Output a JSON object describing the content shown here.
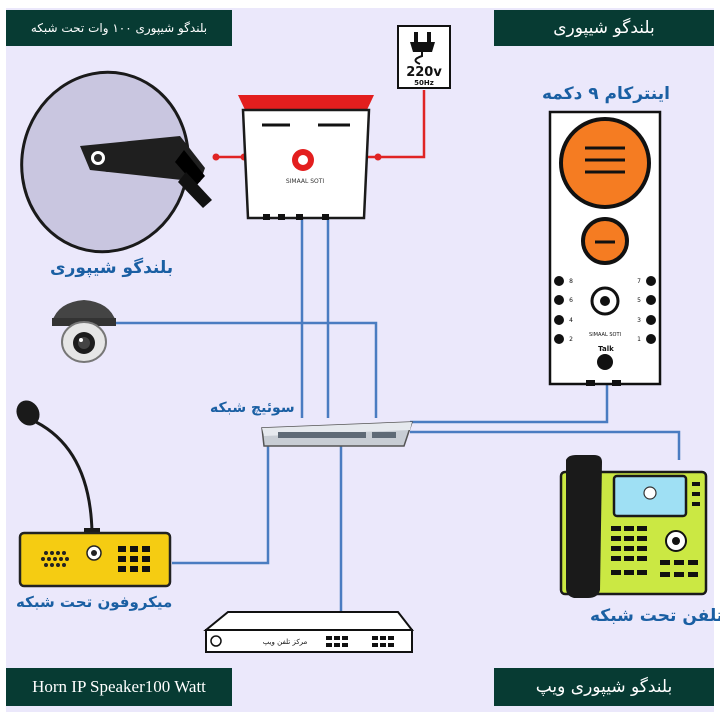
{
  "badges": {
    "top_left": "بلندگو شیپوری ۱۰۰ وات تحت شبکه",
    "top_right": "بلندگو شیپوری",
    "bottom_left": "Horn IP Speaker100 Watt",
    "bottom_right": "بلندگو شیپوری ویپ"
  },
  "labels": {
    "horn": "بلندگو شیپوری",
    "intercom": "اینترکام ۹ دکمه",
    "switch": "سوئیچ شبکه",
    "microphone": "میکروفون تحت شبکه",
    "phone": "تلفن تحت شبکه"
  },
  "power": {
    "voltage": "220v",
    "frequency": "50Hz"
  },
  "intercom": {
    "keys_left": [
      "8",
      "6",
      "4",
      "2"
    ],
    "keys_right": [
      "7",
      "5",
      "3",
      "1"
    ],
    "talk": "Talk",
    "brand": "SIMAAL SOTI"
  },
  "amplifier_brand": "SIMAAL SOTI",
  "server_label": "مرکز تلفن ویپ",
  "colors": {
    "canvas": "#ebe8fb",
    "badge_bg": "#073b33",
    "label_text": "#1a5fa3",
    "network_line": "#4a7cc1",
    "power_line": "#e02424",
    "intercom_orange": "#f57c22",
    "mic_yellow": "#f5cc12",
    "phone_green": "#cbe843",
    "phone_screen": "#9fe0f4"
  },
  "icons": [
    "horn-speaker-icon",
    "dome-camera-icon",
    "power-plug-icon",
    "logo-icon"
  ]
}
